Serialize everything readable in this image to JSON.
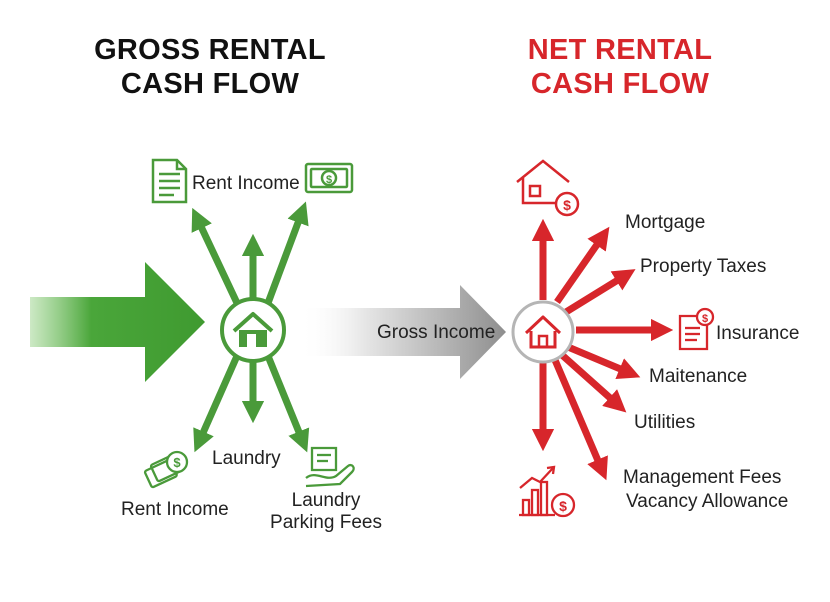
{
  "titles": {
    "gross_line1": "GROSS RENTAL",
    "gross_line2": "CASH FLOW",
    "net_line1": "NET RENTAL",
    "net_line2": "CASH FLOW"
  },
  "colors": {
    "gross": "#4a9a3a",
    "net": "#d7262b",
    "text": "#222222"
  },
  "gross": {
    "rent_income_top": "Rent Income",
    "laundry": "Laundry",
    "rent_income_bottom": "Rent Income",
    "laundry_parking_line1": "Laundry",
    "laundry_parking_line2": "Parking Fees"
  },
  "transfer": {
    "gross_income": "Gross Income"
  },
  "net": {
    "mortgage": "Mortgage",
    "property_taxes": "Property Taxes",
    "insurance": "Insurance",
    "maintenance": "Maitenance",
    "utilities": "Utilities",
    "management_fees": "Management Fees",
    "vacancy_allowance": "Vacancy Allowance"
  }
}
